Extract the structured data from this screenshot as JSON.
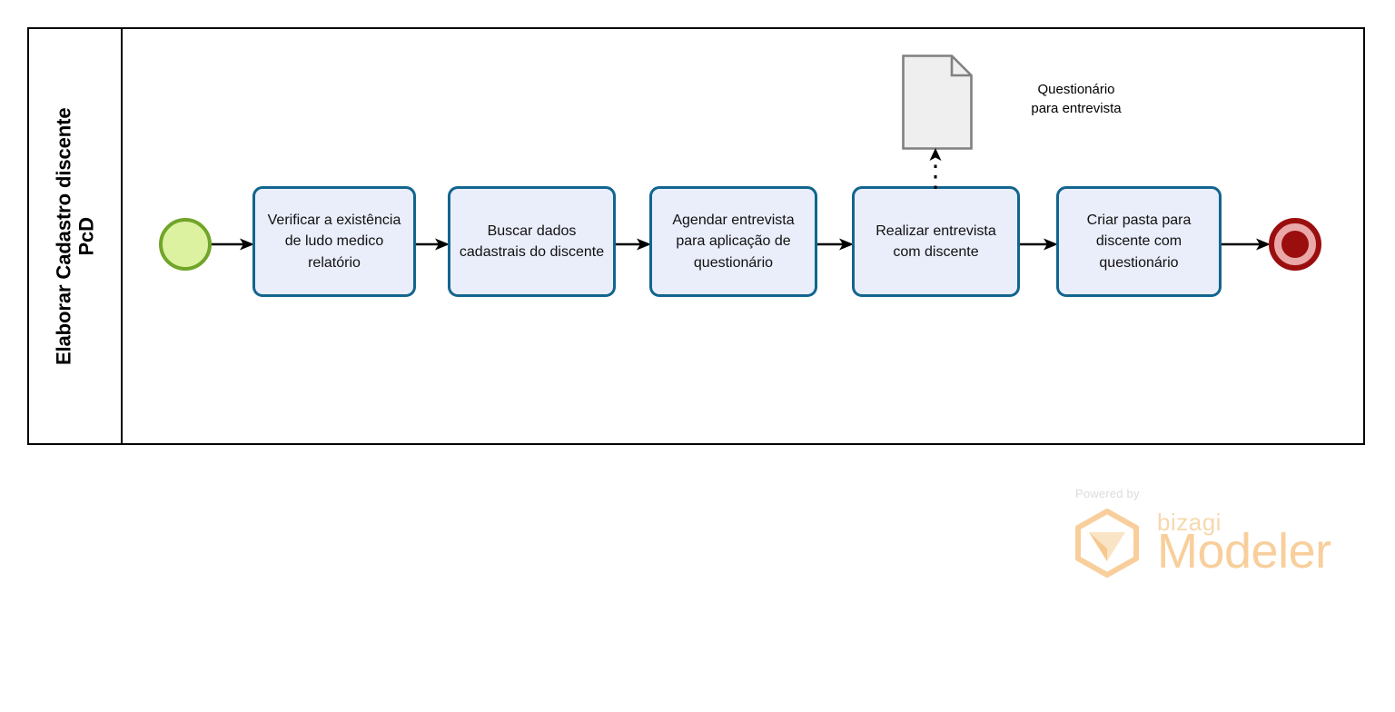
{
  "diagram": {
    "type": "bpmn-process",
    "pool": {
      "lane_label_line1": "Elaborar Cadastro discente",
      "lane_label_line2": "PcD"
    },
    "colors": {
      "task_border": "#12658f",
      "task_fill": "#eaeefb",
      "start_event_fill": "#dcf2a0",
      "start_event_border": "#71a52a",
      "end_event_fill": "#9b0e0e",
      "end_event_ring": "#eaa8a8",
      "data_object_border": "#808080",
      "data_object_fill": "#efefef",
      "flow_line": "#000000",
      "pool_border": "#000000",
      "watermark": "#f8cf9c"
    },
    "start_event": {
      "name": "start-event",
      "label": ""
    },
    "tasks": [
      {
        "id": "task-1",
        "label": "Verificar a existência de ludo medico relatório"
      },
      {
        "id": "task-2",
        "label": "Buscar dados cadastrais do discente"
      },
      {
        "id": "task-3",
        "label": "Agendar entrevista para aplicação de questionário"
      },
      {
        "id": "task-4",
        "label": "Realizar entrevista com discente"
      },
      {
        "id": "task-5",
        "label": "Criar pasta para discente com questionário"
      }
    ],
    "end_event": {
      "name": "end-event",
      "label": ""
    },
    "data_objects": [
      {
        "id": "data-object-questionario",
        "label_line1": "Questionário",
        "label_line2": "para entrevista",
        "attached_to": "task-4",
        "association": "dotted-arrow-up"
      }
    ],
    "sequence_flows": [
      {
        "from": "start-event",
        "to": "task-1"
      },
      {
        "from": "task-1",
        "to": "task-2"
      },
      {
        "from": "task-2",
        "to": "task-3"
      },
      {
        "from": "task-3",
        "to": "task-4"
      },
      {
        "from": "task-4",
        "to": "task-5"
      },
      {
        "from": "task-5",
        "to": "end-event"
      }
    ]
  },
  "watermark": {
    "powered_by": "Powered by",
    "brand": "bizagi",
    "product": "Modeler"
  }
}
